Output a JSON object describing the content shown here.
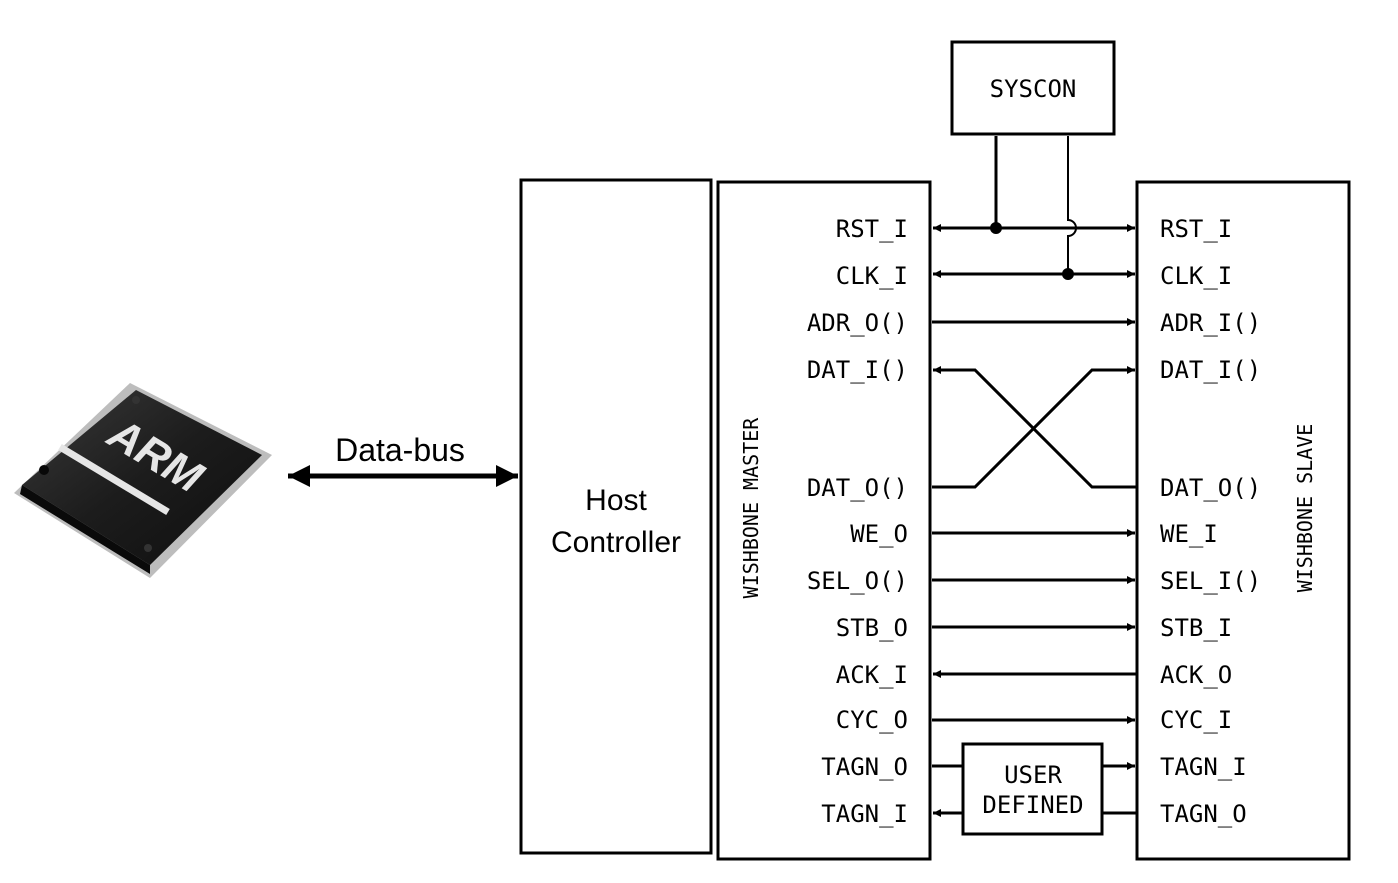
{
  "chip": {
    "logo_text": "ARM"
  },
  "databus_label": "Data-bus",
  "host_controller": {
    "line1": "Host",
    "line2": "Controller"
  },
  "syscon_label": "SYSCON",
  "master": {
    "title": "WISHBONE MASTER",
    "signals": [
      "RST_I",
      "CLK_I",
      "ADR_O()",
      "DAT_I()",
      "DAT_O()",
      "WE_O",
      "SEL_O()",
      "STB_O",
      "ACK_I",
      "CYC_O",
      "TAGN_O",
      "TAGN_I"
    ]
  },
  "slave": {
    "title": "WISHBONE SLAVE",
    "signals": [
      "RST_I",
      "CLK_I",
      "ADR_I()",
      "DAT_I()",
      "DAT_O()",
      "WE_I",
      "SEL_I()",
      "STB_I",
      "ACK_O",
      "CYC_I",
      "TAGN_I",
      "TAGN_O"
    ]
  },
  "user_defined": {
    "line1": "USER",
    "line2": "DEFINED"
  }
}
